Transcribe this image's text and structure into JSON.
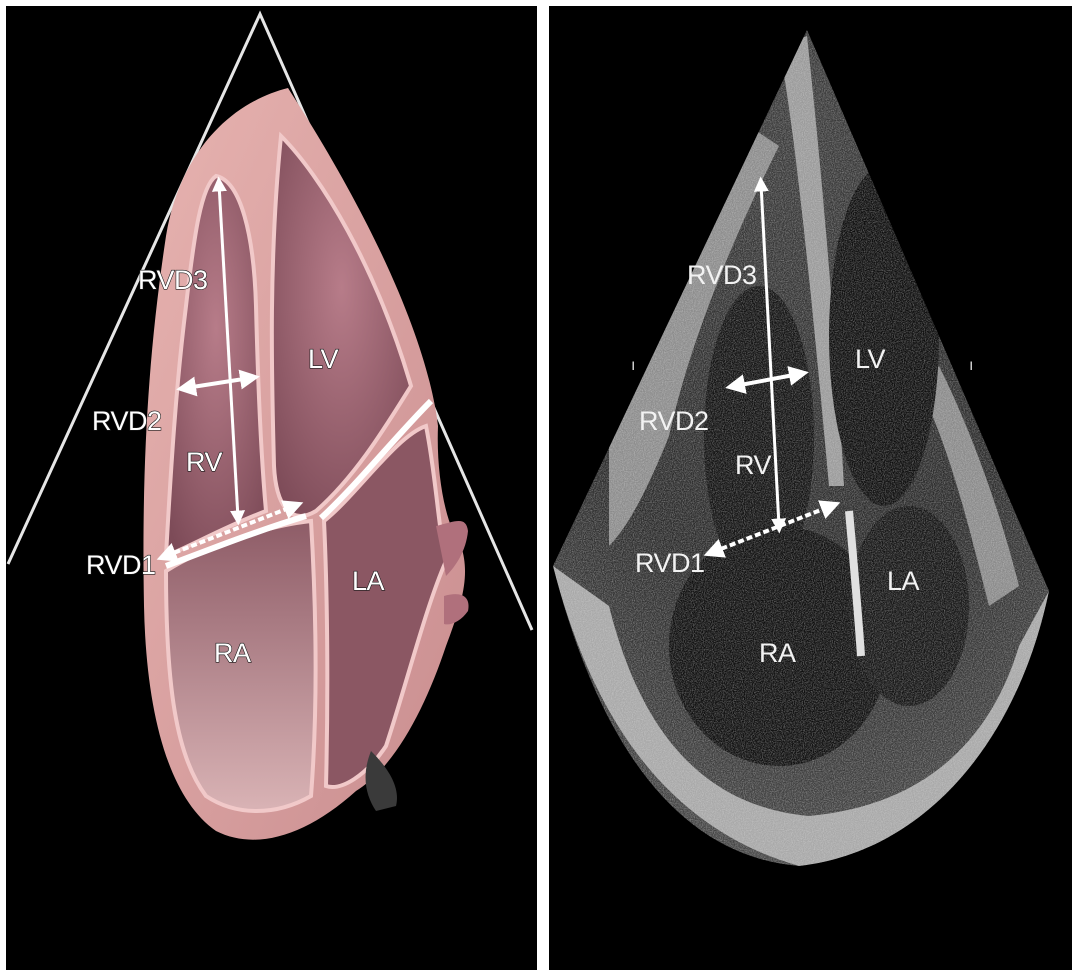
{
  "left_panel": {
    "labels": {
      "rvd3": "RVD3",
      "rvd2": "RVD2",
      "rvd1": "RVD1",
      "rv": "RV",
      "lv": "LV",
      "ra": "RA",
      "la": "LA"
    },
    "colors": {
      "background": "#000000",
      "myocardium": "#d9a2a2",
      "chamber": "#a06b78",
      "outline": "#d8d8d8"
    }
  },
  "right_panel": {
    "labels": {
      "rvd3": "RVD3",
      "rvd2": "RVD2",
      "rvd1": "RVD1",
      "rv": "RV",
      "lv": "LV",
      "ra": "RA",
      "la": "LA"
    },
    "colors": {
      "background": "#000000",
      "tissue": "#bdbdbd"
    }
  }
}
